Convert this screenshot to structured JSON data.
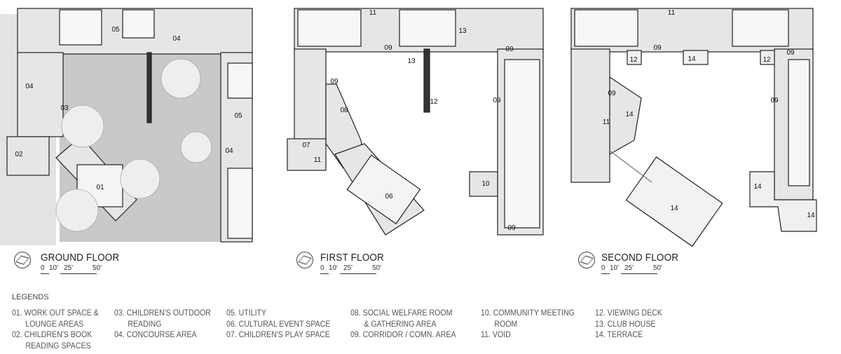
{
  "plans": [
    {
      "title": "GROUND FLOOR",
      "scale": [
        "0",
        "10'",
        "25'",
        "50'"
      ],
      "labels": [
        "05",
        "04",
        "04",
        "03",
        "05",
        "04",
        "02",
        "01"
      ]
    },
    {
      "title": "FIRST FLOOR",
      "scale": [
        "0",
        "10'",
        "25'",
        "50'"
      ],
      "labels": [
        "11",
        "13",
        "09",
        "09",
        "13",
        "09",
        "08",
        "12",
        "09",
        "07",
        "11",
        "06",
        "10",
        "09"
      ]
    },
    {
      "title": "SECOND FLOOR",
      "scale": [
        "0",
        "10'",
        "25'",
        "50'"
      ],
      "labels": [
        "11",
        "09",
        "09",
        "12",
        "14",
        "12",
        "09",
        "14",
        "11",
        "09",
        "14",
        "14",
        "14"
      ]
    }
  ],
  "legends": {
    "title": "LEGENDS",
    "columns": [
      [
        {
          "t": "01. WORK OUT SPACE &"
        },
        {
          "t": "LOUNGE AREAS",
          "c": true
        },
        {
          "t": "02. CHILDREN'S BOOK"
        },
        {
          "t": "READING SPACES",
          "c": true
        }
      ],
      [
        {
          "t": "03. CHILDREN'S OUTDOOR"
        },
        {
          "t": "READING",
          "c": true
        },
        {
          "t": "04. CONCOURSE AREA"
        }
      ],
      [
        {
          "t": "05. UTILITY"
        },
        {
          "t": "06. CULTURAL EVENT SPACE"
        },
        {
          "t": "07. CHILDREN'S PLAY SPACE"
        }
      ],
      [
        {
          "t": "08. SOCIAL WELFARE ROOM"
        },
        {
          "t": "& GATHERING AREA",
          "c": true
        },
        {
          "t": "09. CORRIDOR / COMN. AREA"
        }
      ],
      [
        {
          "t": "10. COMMUNITY MEETING"
        },
        {
          "t": "ROOM",
          "c": true
        },
        {
          "t": "11. VOID"
        }
      ],
      [
        {
          "t": "12. VIEWING DECK"
        },
        {
          "t": "13. CLUB HOUSE"
        },
        {
          "t": "14. TERRACE"
        }
      ]
    ]
  },
  "colors": {
    "floor": "#e6e6e6",
    "courtyard": "#cfcfcf",
    "wall": "#222222",
    "terrace": "#f2f2f2"
  }
}
